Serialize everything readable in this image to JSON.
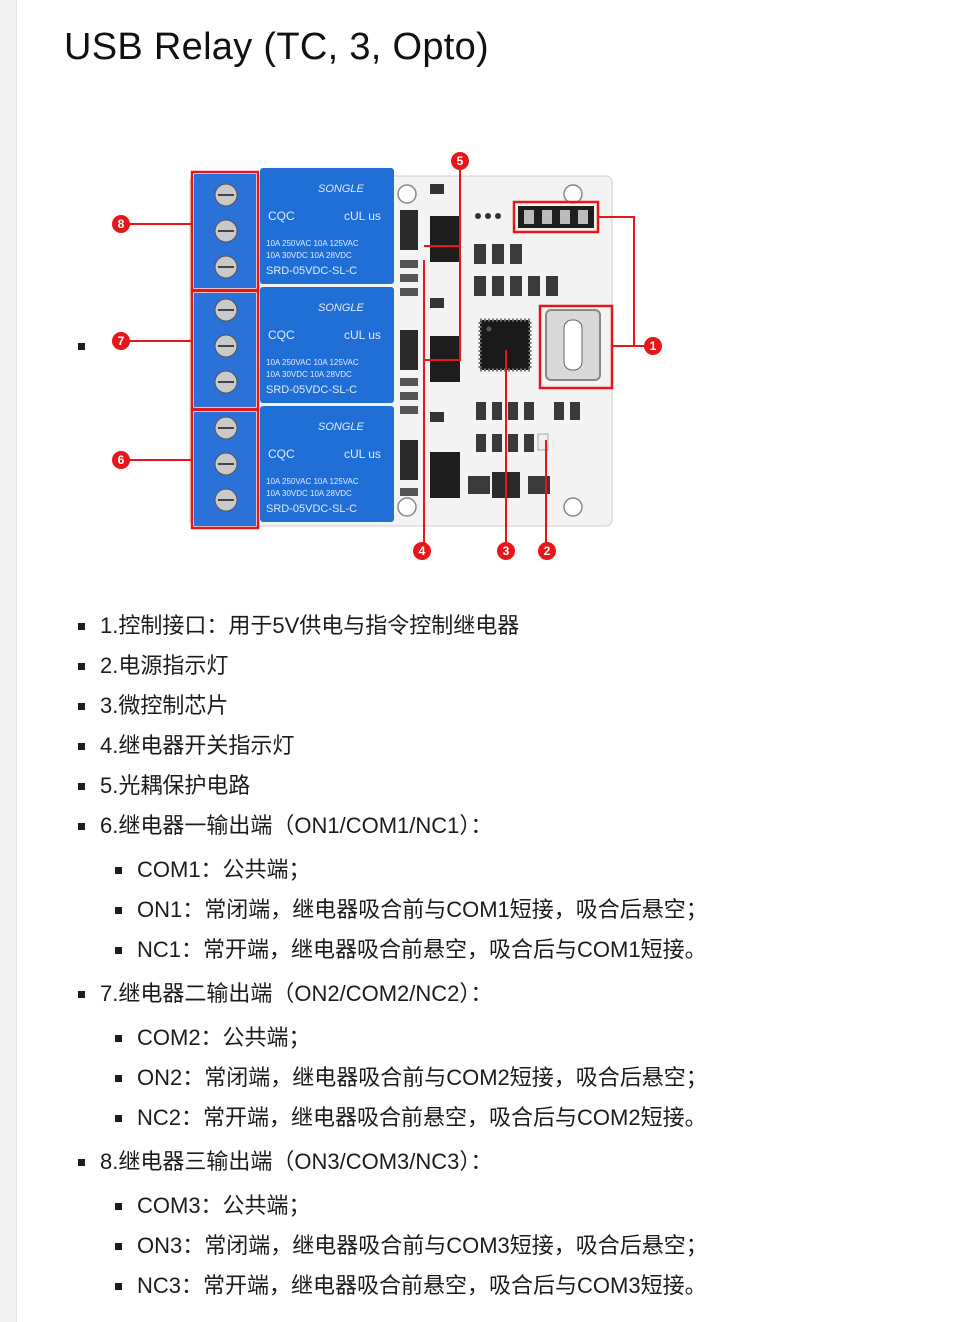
{
  "page": {
    "title": "USB Relay (TC, 3, Opto)"
  },
  "figure": {
    "callouts": [
      "1",
      "2",
      "3",
      "4",
      "5",
      "6",
      "7",
      "8"
    ],
    "relay_brand": "SONGLE",
    "relay_rating_line1": "10A 250VAC 10A 125VAC",
    "relay_rating_line2": "10A 30VDC 10A 28VDC",
    "relay_model": "SRD-05VDC-SL-C",
    "cert_mark": "CQC",
    "ul_mark": "cUL us"
  },
  "items": [
    {
      "label": "1.控制接口：用于5V供电与指令控制继电器"
    },
    {
      "label": "2.电源指示灯"
    },
    {
      "label": "3.微控制芯片"
    },
    {
      "label": "4.继电器开关指示灯"
    },
    {
      "label": "5.光耦保护电路"
    },
    {
      "label": "6.继电器一输出端（ON1/COM1/NC1）：",
      "sub": [
        "COM1：公共端；",
        "ON1：常闭端，继电器吸合前与COM1短接，吸合后悬空；",
        "NC1：常开端，继电器吸合前悬空，吸合后与COM1短接。"
      ]
    },
    {
      "label": "7.继电器二输出端（ON2/COM2/NC2）：",
      "sub": [
        "COM2：公共端；",
        "ON2：常闭端，继电器吸合前与COM2短接，吸合后悬空；",
        "NC2：常开端，继电器吸合前悬空，吸合后与COM2短接。"
      ]
    },
    {
      "label": "8.继电器三输出端（ON3/COM3/NC3）：",
      "sub": [
        "COM3：公共端；",
        "ON3：常闭端，继电器吸合前与COM3短接，吸合后悬空；",
        "NC3：常开端，继电器吸合前悬空，吸合后与COM3短接。"
      ]
    }
  ],
  "colors": {
    "accent_red": "#e8161b",
    "relay_blue": "#1f6fd6",
    "terminal_blue": "#2a72d8",
    "pcb_white": "#f4f4f4"
  }
}
